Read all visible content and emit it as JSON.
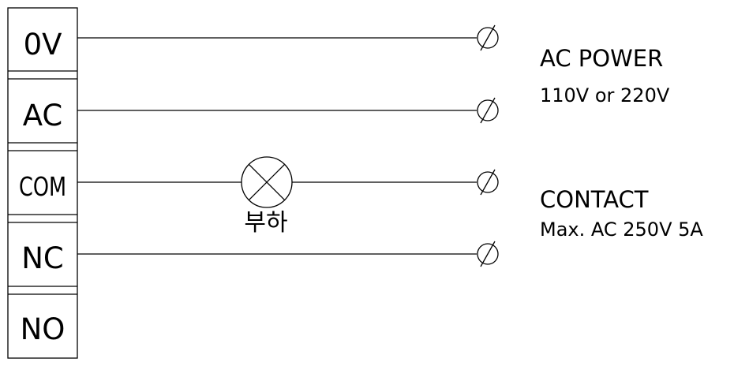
{
  "terminals": [
    {
      "label": "0V"
    },
    {
      "label": "AC"
    },
    {
      "label": "COM"
    },
    {
      "label": "NC"
    },
    {
      "label": "NO"
    }
  ],
  "load_label": "부하",
  "ac_power": {
    "title": "AC POWER",
    "spec": "110V or 220V"
  },
  "contact": {
    "title": "CONTACT",
    "spec": "Max. AC 250V 5A"
  },
  "icons": {
    "lamp": "lamp-icon",
    "connector": "terminal-connector-icon"
  }
}
